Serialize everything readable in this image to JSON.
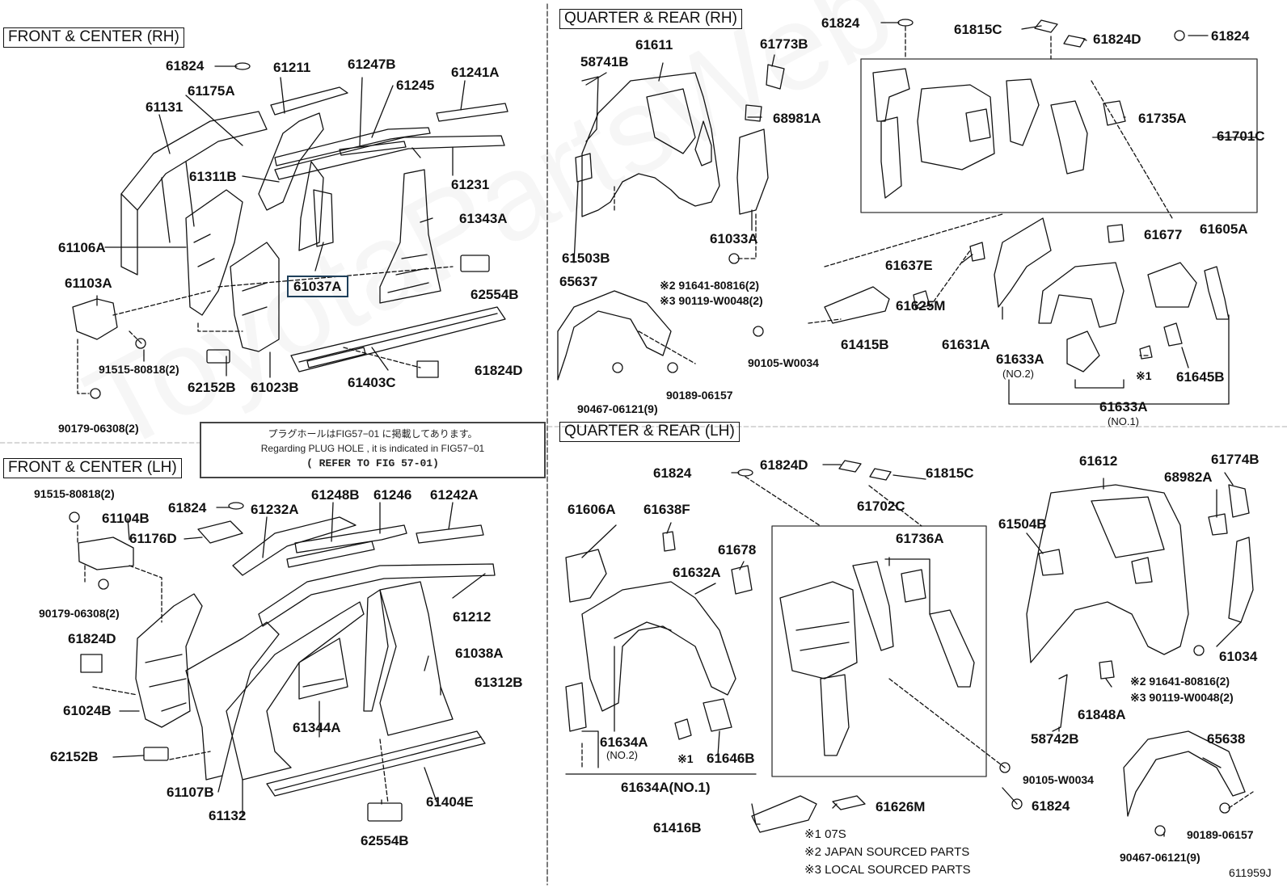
{
  "sections": {
    "rh_front": "FRONT & CENTER (RH)",
    "lh_front": "FRONT & CENTER (LH)",
    "rh_rear": "QUARTER & REAR (RH)",
    "lh_rear": "QUARTER & REAR (LH)"
  },
  "plug_note": {
    "jp": "プラグホールはFIG57−01 に掲載してあります。",
    "en": "Regarding PLUG HOLE , it is indicated in FIG57−01",
    "ref": "( REFER TO FIG 57-01)"
  },
  "legend": {
    "l1": "※1 07S",
    "l2": "※2 JAPAN SOURCED PARTS",
    "l3": "※3 LOCAL SOURCED PARTS"
  },
  "fig_id": "611959J",
  "watermark": "ToyotaPartsWeb",
  "highlighted_part": "61037A",
  "parts": {
    "rhf": [
      "61824",
      "61211",
      "61247B",
      "61245",
      "61241A",
      "61175A",
      "61131",
      "61311B",
      "61231",
      "61343A",
      "61106A",
      "61103A",
      "61037A",
      "62554B",
      "91515-80818(2)",
      "62152B",
      "61023B",
      "61403C",
      "61824D",
      "90179-06308(2)"
    ],
    "lhf": [
      "91515-80818(2)",
      "61104B",
      "61824",
      "61232A",
      "61248B",
      "61246",
      "61242A",
      "61176D",
      "90179-06308(2)",
      "61212",
      "61824D",
      "61038A",
      "61312B",
      "61024B",
      "61344A",
      "62152B",
      "61107B",
      "61132",
      "61404E",
      "62554B"
    ],
    "rhr": [
      "61824",
      "61815C",
      "61824D",
      "61824",
      "61611",
      "61773B",
      "58741B",
      "68981A",
      "61735A",
      "61701C",
      "61033A",
      "61503B",
      "61677",
      "61605A",
      "61637E",
      "65637",
      "※2 91641-80816(2)",
      "※3 90119-W0048(2)",
      "61625M",
      "61415B",
      "61631A",
      "90105-W0034",
      "61633A",
      "(NO.2)",
      "※1",
      "61645B",
      "90189-06157",
      "90467-06121(9)",
      "61633A",
      "(NO.1)"
    ],
    "lhr": [
      "61824",
      "61824D",
      "61815C",
      "61612",
      "61774B",
      "61702C",
      "61606A",
      "61638F",
      "61678",
      "68982A",
      "61736A",
      "61504B",
      "61632A",
      "61034",
      "※2 91641-80816(2)",
      "※3 90119-W0048(2)",
      "61848A",
      "61634A",
      "(NO.2)",
      "※1",
      "61646B",
      "58742B",
      "65638",
      "90105-W0034",
      "61634A(NO.1)",
      "61824",
      "61626M",
      "61416B",
      "90189-06157",
      "90467-06121(9)"
    ]
  }
}
